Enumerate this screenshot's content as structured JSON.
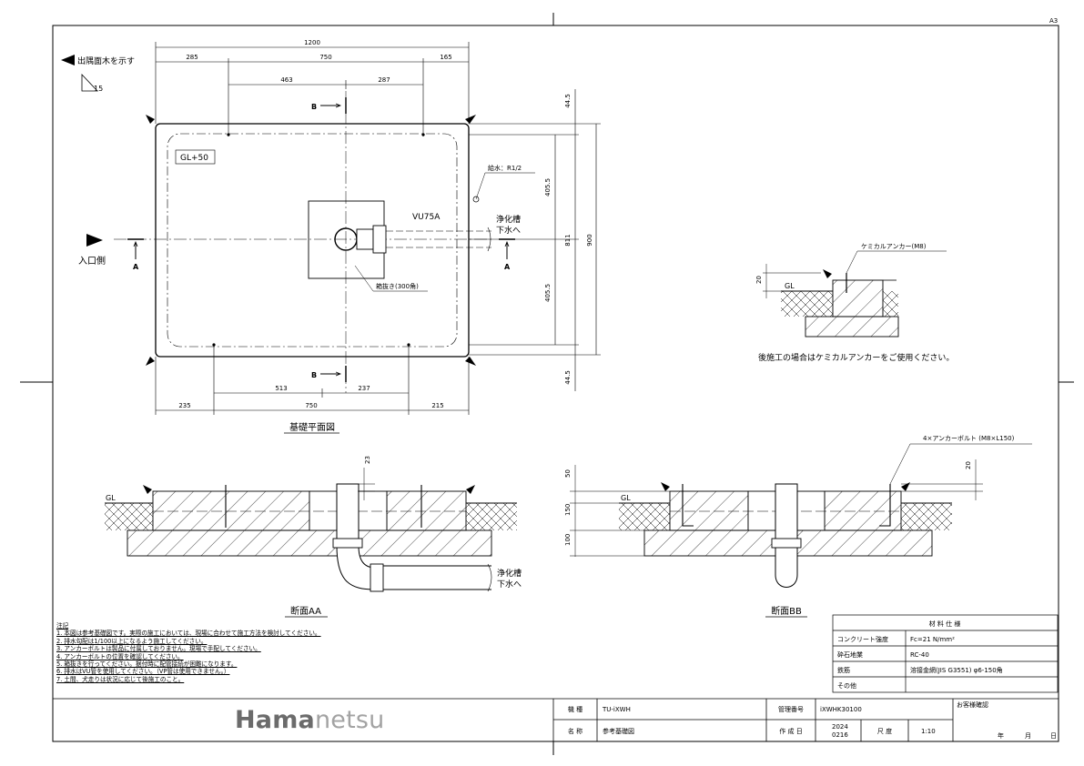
{
  "sheet": {
    "size": "A3"
  },
  "plan": {
    "title": "基礎平面図",
    "chamfer_legend": "出隅面木を示す",
    "chamfer_size": "15",
    "gl_label": "GL+50",
    "dims_top": {
      "overall": "1200",
      "left": "285",
      "middle": "750",
      "right": "165",
      "bolt_left": "463",
      "bolt_right": "287"
    },
    "dims_bottom": {
      "left": "235",
      "middle": "750",
      "right": "215",
      "bolt_left": "513",
      "bolt_right": "237"
    },
    "dims_right": {
      "top_offset": "44.5",
      "upper": "405.5",
      "lower": "405.5",
      "bottom_offset": "44.5",
      "inner": "811",
      "overall": "900"
    },
    "section_b": "B",
    "section_a": "A",
    "water_supply": "給水：R1/2",
    "drain_pipe": "VU75A",
    "septic_line1": "浄化槽",
    "septic_line2": "下水へ",
    "box_out": "箱抜き(300角)",
    "entrance": "入口側"
  },
  "detail": {
    "anchor_label": "ケミカルアンカー(M8)",
    "gl": "GL",
    "dim": "20",
    "note": "後施工の場合はケミカルアンカーをご使用ください。"
  },
  "section_aa": {
    "title": "断面AA",
    "gl": "GL",
    "dim_top": "23",
    "septic_line1": "浄化槽",
    "septic_line2": "下水へ"
  },
  "section_bb": {
    "title": "断面BB",
    "gl": "GL",
    "anchor_bolt": "4×アンカーボルト (M8×L150)",
    "dim_50": "50",
    "dim_150": "150",
    "dim_100": "100",
    "dim_20": "20"
  },
  "notes": {
    "heading": "注記",
    "items": [
      "1. 本図は参考基礎図です。実際の施工においては、現場に合わせて施工方法を検討してください。",
      "2. 排水勾配は1/100以上になるよう施工してください。",
      "3. アンカーボルトは製品に付属しておりません。現場で手配してください。",
      "4. アンカーボルトの位置を確認してください。",
      "5. 箱抜きを行ってください。据付時に配管接続が困難になります。",
      "6. 排水はVU管を使用してください。（VP管は使用できません。）",
      "7. 土間、犬走りは状況に応じて後施工のこと。"
    ]
  },
  "materials": {
    "title": "材 料 仕 様",
    "rows": [
      {
        "label": "コンクリート強度",
        "value": "Fc=21 N/mm²"
      },
      {
        "label": "砕石地業",
        "value": "RC-40"
      },
      {
        "label": "鉄筋",
        "value": "溶接金網(JIS G3551) φ6-150角"
      },
      {
        "label": "その他",
        "value": ""
      }
    ]
  },
  "title_block": {
    "logo_dark": "Hama",
    "logo_light": "netsu",
    "model_label": "機 種",
    "model_value": "TU-iXWH",
    "name_label": "名 称",
    "name_value": "参考基礎図",
    "mgmt_label": "管理番号",
    "mgmt_value": "iXWHK30100",
    "created_label": "作 成 日",
    "created_year": "2024",
    "created_date": "0216",
    "scale_label": "尺 度",
    "scale_value": "1:10",
    "customer_label": "お客様確認",
    "year_label": "年",
    "month_label": "月",
    "day_label": "日"
  },
  "colors": {
    "line": "#000000",
    "logo_dark": "#6b6b6b",
    "logo_light": "#a3a3a3"
  }
}
